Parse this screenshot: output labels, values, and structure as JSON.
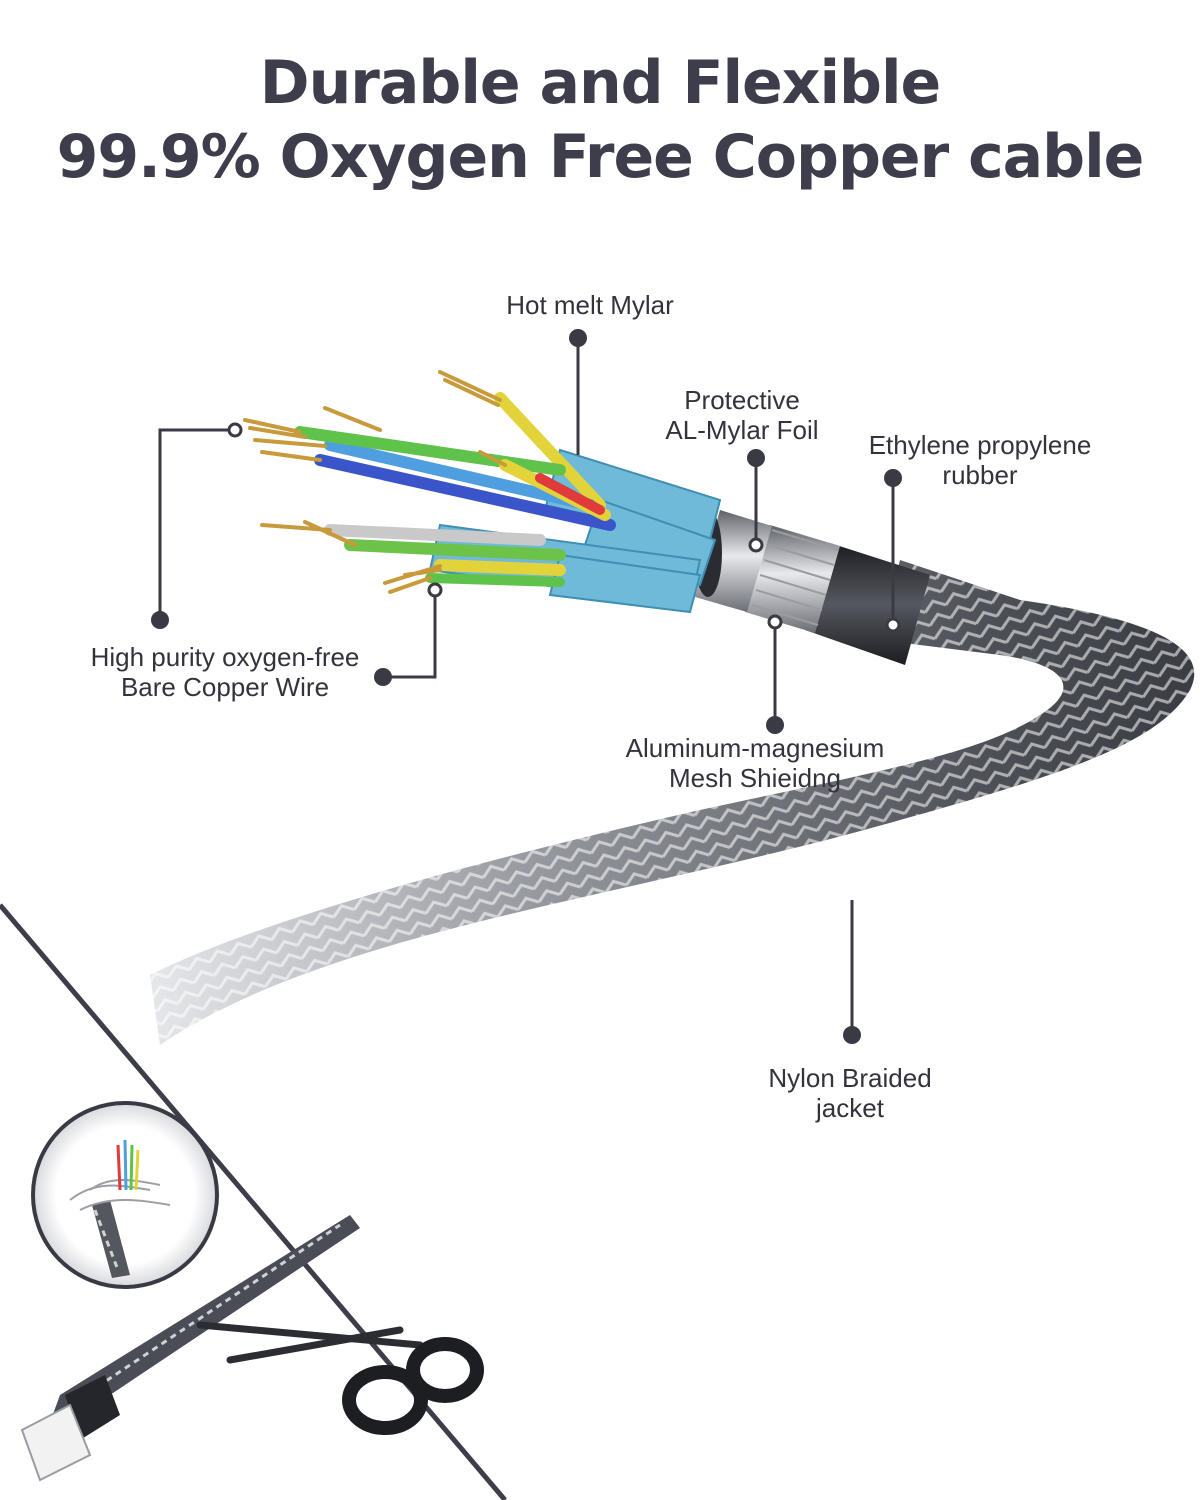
{
  "headline": {
    "line1": "Durable and Flexible",
    "line2": "99.9% Oxygen Free Copper cable"
  },
  "callouts": {
    "hot_melt_mylar": [
      "Hot melt Mylar"
    ],
    "protective_foil": [
      "Protective",
      "AL-Mylar Foil"
    ],
    "ethylene_rubber": [
      "Ethylene propylene",
      "rubber"
    ],
    "copper_wire": [
      "High purity oxygen-free",
      "Bare Copper Wire"
    ],
    "mesh_shielding": [
      "Aluminum-magnesium",
      "Mesh Shieidng"
    ],
    "nylon_jacket": [
      "Nylon Braided",
      "jacket"
    ]
  },
  "colors": {
    "text": "#3d3d4b",
    "leader": "#3a3a44",
    "foil_blue": "#6fb9d9",
    "copper": "#c89a3c",
    "braid_dark": "#4a4d55",
    "braid_light": "#c9ccd2"
  }
}
